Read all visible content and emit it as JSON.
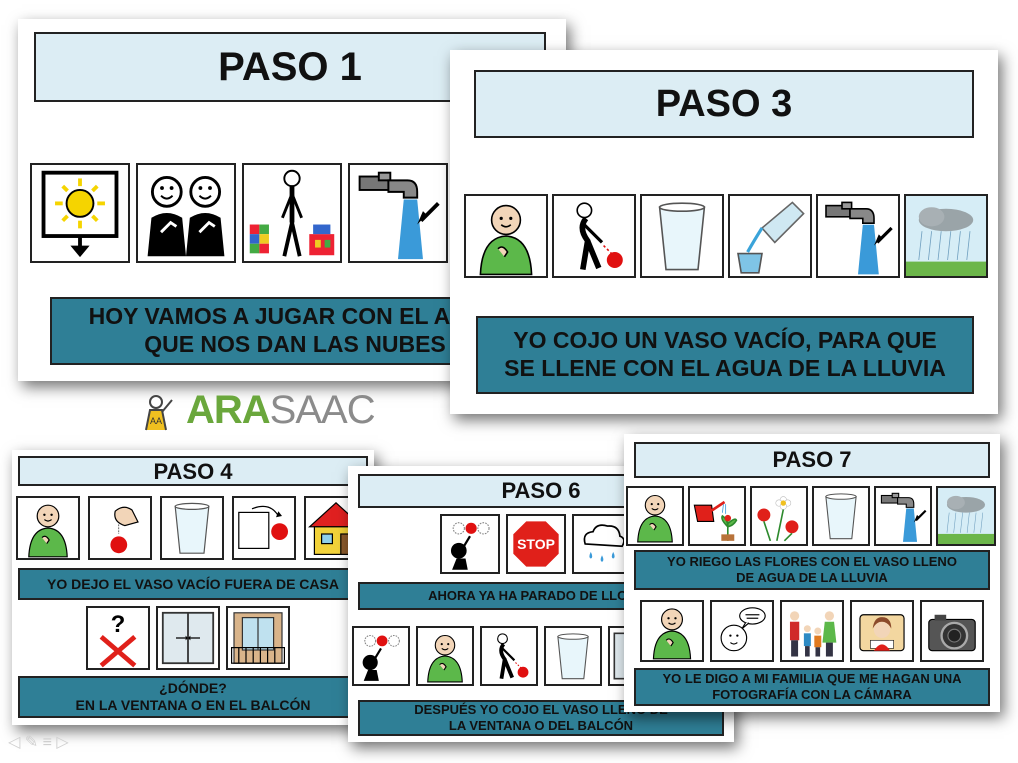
{
  "logo": {
    "ara": "ARA",
    "saac": "SAAC"
  },
  "cards": {
    "paso1": {
      "title": "PASO 1",
      "caption": "HOY VAMOS A JUGAR CON EL AGUA\nQUE NOS DAN LAS NUBES"
    },
    "paso3": {
      "title": "PASO 3",
      "caption": "YO COJO UN VASO VACÍO, PARA QUE\nSE LLENE CON EL AGUA DE LA LLUVIA"
    },
    "paso4": {
      "title": "PASO 4",
      "caption1": "YO DEJO EL VASO VACÍO FUERA DE CASA",
      "caption2": "¿DÓNDE?\nEN LA VENTANA O EN EL BALCÓN"
    },
    "paso6": {
      "title": "PASO 6",
      "caption1": "AHORA YA HA PARADO DE LLOVER",
      "caption2": "DESPUÉS YO COJO EL VASO LLENO DE\nLA VENTANA O DEL BALCÓN"
    },
    "paso7": {
      "title": "PASO 7",
      "caption1": "YO RIEGO LAS FLORES CON EL VASO LLENO\nDE AGUA DE LA LLUVIA",
      "caption2": "YO LE DIGO A MI FAMILIA QUE ME HAGAN UNA\nFOTOGRAFÍA CON LA CÁMARA"
    }
  },
  "stop_sign": "STOP",
  "colors": {
    "title_bg": "#dcedf4",
    "caption_bg": "#2f7f96",
    "ara_green": "#6aa73c",
    "saac_gray": "#8b8b8b"
  },
  "icons": [
    "sun-icon",
    "kids-icon",
    "play-icon",
    "tap-icon",
    "child-icon",
    "pick-up-icon",
    "glass-icon",
    "pour-icon",
    "rain-cloud-icon",
    "drop-icon",
    "out-icon",
    "house-icon",
    "question-icon",
    "window-icon",
    "balcony-icon",
    "stop-icon",
    "watering-icon",
    "flowers-icon",
    "speak-icon",
    "family-icon",
    "photo-icon",
    "camera-icon"
  ]
}
